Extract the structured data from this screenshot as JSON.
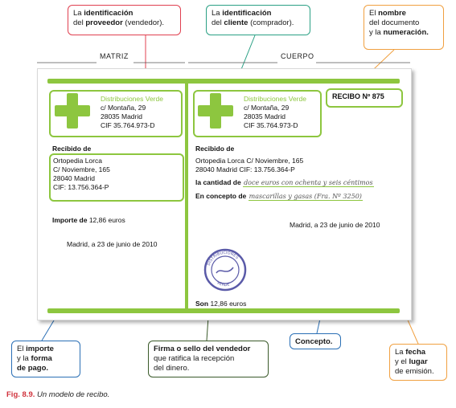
{
  "callouts": {
    "proveedor": {
      "line1_pre": "La ",
      "line1_bold": "identificación",
      "line2_pre": "del ",
      "line2_bold": "proveedor",
      "line2_post": " (vendedor)."
    },
    "cliente": {
      "line1_pre": "La ",
      "line1_bold": "identificación",
      "line2_pre": "del ",
      "line2_bold": "cliente",
      "line2_post": " (comprador)."
    },
    "nombre": {
      "line1_pre": "El ",
      "line1_bold": "nombre",
      "line2": "del documento",
      "line3_pre": "y la ",
      "line3_bold": "numeración."
    },
    "importe": {
      "line1_pre": "El ",
      "line1_bold": "importe",
      "line2_pre": "y la ",
      "line2_bold": "forma",
      "line3_bold": "de pago."
    },
    "firma": {
      "line1_bold": "Firma o sello del vendedor",
      "line2": "que ratifica la recepción",
      "line3": "del dinero."
    },
    "concepto": {
      "line1_bold": "Concepto."
    },
    "fecha": {
      "line1_pre": "La ",
      "line1_bold": "fecha",
      "line2_pre": "y el ",
      "line2_bold": "lugar",
      "line3": "de emisión."
    }
  },
  "columns": {
    "matriz": "MATRIZ",
    "cuerpo": "CUERPO"
  },
  "vendor": {
    "name": "Distribuciones Verde",
    "street": "c/ Montaña, 29",
    "city": "28035 Madrid",
    "cif": "CIF 35.764.973-D"
  },
  "matriz": {
    "recibido_label": "Recibido de",
    "client_lines": [
      "Ortopedia Lorca",
      "C/ Noviembre, 165",
      "28040 Madrid",
      "CIF: 13.756.364-P"
    ],
    "importe_label": "Importe de",
    "importe_value": "12,86 euros",
    "fecha": "Madrid, a 23 de junio de 2010"
  },
  "cuerpo": {
    "recibo_title": "RECIBO Nº 875",
    "recibido_label": "Recibido de",
    "client_line1": "Ortopedia Lorca C/ Noviembre, 165",
    "client_line2": "28040 Madrid CIF: 13.756.364-P",
    "cantidad_label": "la cantidad de",
    "cantidad_value": "doce euros con ochenta y seis céntimos",
    "concepto_label": "En concepto de",
    "concepto_value": "mascarillas y gasas (Fra. Nº 3250)",
    "fecha": "Madrid, a 23 de junio de 2010",
    "son_label": "Son",
    "son_value": "12,86 euros"
  },
  "stamp": {
    "top_text": "DISTRIBUCIONES",
    "bottom_text": "VERDE"
  },
  "caption": {
    "label": "Fig. 8.9.",
    "text": "Un modelo de recibo."
  },
  "colors": {
    "green": "#8dc63f",
    "red": "#e04050",
    "teal": "#2aa084",
    "orange": "#f0a040",
    "blue": "#2a6fb5",
    "darkgreen": "#3a5a2a",
    "caption_red": "#d0323c"
  }
}
